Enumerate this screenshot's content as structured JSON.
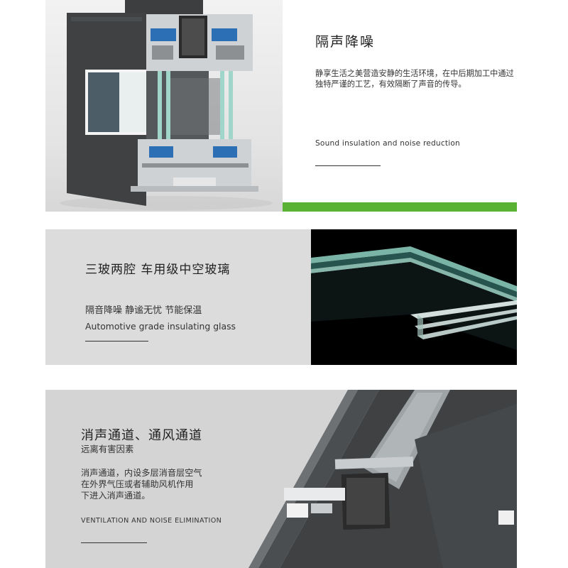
{
  "sections": [
    {
      "title": "隔声降噪",
      "body": "静享生活之美营造安静的生活环境，在中后期加工中通过独特严谨的工艺，有效隔断了声音的传导。",
      "en": "Sound insulation and noise reduction",
      "accent_color": "#5ab234"
    },
    {
      "title": "三玻两腔  车用级中空玻璃",
      "subtitle": "隔音降噪  静谧无忧  节能保温",
      "en": "Automotive grade insulating glass"
    },
    {
      "title": "消声通道、通风通道",
      "subtitle": "远离有害因素",
      "body": "消声通道，内设多层消音层空气\n在外界气压或者辅助风机作用\n下进入消声通道。",
      "en": "VENTILATION AND NOISE ELIMINATION"
    }
  ],
  "colors": {
    "frame_dark": "#3f4143",
    "aluminum": "#c9ccce",
    "glass_tint": "#9fd6c9",
    "panel_grey": "#dcdcdc"
  }
}
